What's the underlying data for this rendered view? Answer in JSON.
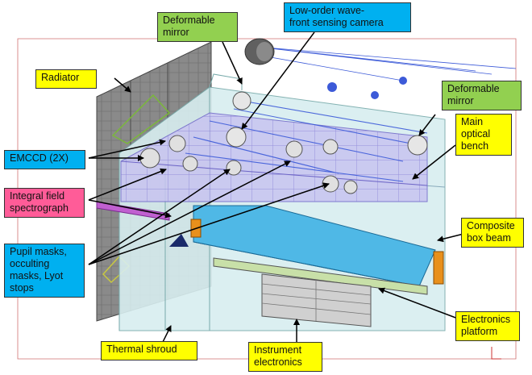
{
  "diagram": {
    "colors": {
      "label_yellow": "#ffff00",
      "label_green": "#92d050",
      "label_blue": "#00b0f0",
      "label_pink": "#ff5c98",
      "structure_fill": "#d8eef0",
      "box_beam": "#4fb8e6",
      "beam_end_orange": "#e8901c",
      "spectrograph_tube": "#c060d0",
      "light_rays": "#3c5ad8",
      "bench_grid": "#9a90e0"
    },
    "labels": {
      "deformable_mirror_top": "Deformable\nmirror",
      "lowfs_camera": "Low-order wave-\nfront sensing camera",
      "deformable_mirror_right": "Deformable\nmirror",
      "radiator": "Radiator",
      "main_optical_bench": "Main\noptical\nbench",
      "emccd": "EMCCD (2X)",
      "integral_field_spectrograph": "Integral field\nspectrograph",
      "composite_box_beam": "Composite\nbox beam",
      "pupil_masks": "Pupil masks,\nocculting\nmasks, Lyot\nstops",
      "electronics_platform": "Electronics\nplatform",
      "thermal_shroud": "Thermal shroud",
      "instrument_electronics": "Instrument\nelectronics"
    }
  }
}
